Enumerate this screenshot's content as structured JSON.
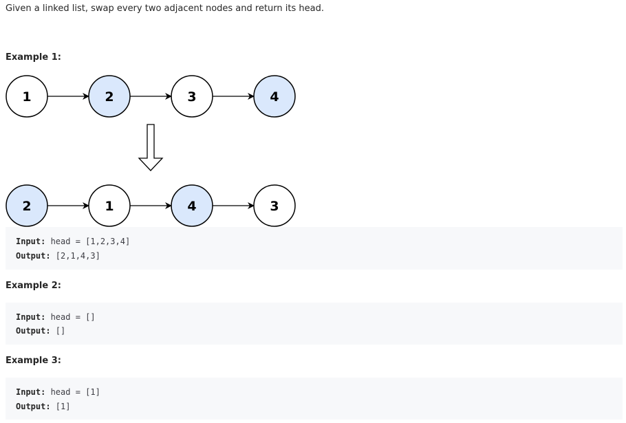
{
  "description": "Given a linked list, swap every two adjacent nodes and return its head.",
  "examples": [
    {
      "title": "Example 1:",
      "input_label": "Input:",
      "input_value": " head = [1,2,3,4]",
      "output_label": "Output:",
      "output_value": " [2,1,4,3]"
    },
    {
      "title": "Example 2:",
      "input_label": "Input:",
      "input_value": " head = []",
      "output_label": "Output:",
      "output_value": " []"
    },
    {
      "title": "Example 3:",
      "input_label": "Input:",
      "input_value": " head = [1]",
      "output_label": "Output:",
      "output_value": " [1]"
    }
  ],
  "diagram": {
    "before": [
      {
        "label": "1",
        "highlight": false
      },
      {
        "label": "2",
        "highlight": true
      },
      {
        "label": "3",
        "highlight": false
      },
      {
        "label": "4",
        "highlight": true
      }
    ],
    "after": [
      {
        "label": "2",
        "highlight": true
      },
      {
        "label": "1",
        "highlight": false
      },
      {
        "label": "4",
        "highlight": true
      },
      {
        "label": "3",
        "highlight": false
      }
    ],
    "colors": {
      "highlight_fill": "#dae8fc",
      "plain_fill": "#ffffff",
      "stroke": "#000000"
    }
  }
}
